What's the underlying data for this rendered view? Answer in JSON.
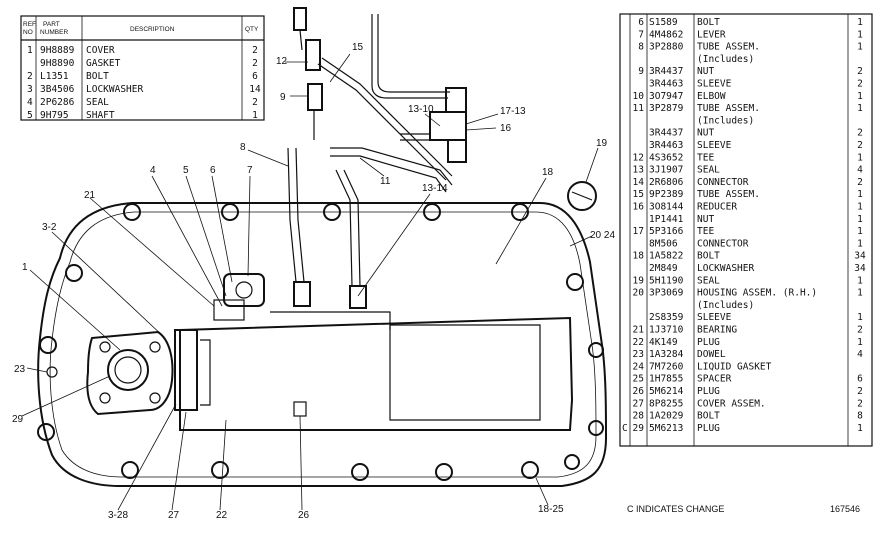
{
  "left_table": {
    "headers": {
      "ref": "REF. NO",
      "part": "PART NUMBER",
      "desc": "DESCRIPTION",
      "qty": "QTY"
    },
    "rows": [
      {
        "ref": "1",
        "part": "9H8889",
        "desc": "COVER",
        "qty": "2"
      },
      {
        "ref": "",
        "part": "9H8890",
        "desc": "GASKET",
        "qty": "2"
      },
      {
        "ref": "2",
        "part": "L1351",
        "desc": "BOLT",
        "qty": "6"
      },
      {
        "ref": "3",
        "part": "3B4506",
        "desc": "LOCKWASHER",
        "qty": "14"
      },
      {
        "ref": "4",
        "part": "2P6286",
        "desc": "SEAL",
        "qty": "2"
      },
      {
        "ref": "5",
        "part": "9H795",
        "desc": "SHAFT",
        "qty": "1"
      }
    ]
  },
  "right_table": {
    "rows": [
      {
        "mark": "",
        "ref": "6",
        "part": "S1589",
        "desc": "BOLT",
        "qty": "1"
      },
      {
        "mark": "",
        "ref": "7",
        "part": "4M4862",
        "desc": "LEVER",
        "qty": "1"
      },
      {
        "mark": "",
        "ref": "8",
        "part": "3P2880",
        "desc": "TUBE ASSEM.",
        "qty": "1"
      },
      {
        "mark": "",
        "ref": "",
        "part": "",
        "desc": "(Includes)",
        "qty": ""
      },
      {
        "mark": "",
        "ref": "9",
        "part": "3R4437",
        "desc": "NUT",
        "qty": "2"
      },
      {
        "mark": "",
        "ref": "",
        "part": "3R4463",
        "desc": "SLEEVE",
        "qty": "2"
      },
      {
        "mark": "",
        "ref": "10",
        "part": "3O7947",
        "desc": "ELBOW",
        "qty": "1"
      },
      {
        "mark": "",
        "ref": "11",
        "part": "3P2879",
        "desc": "TUBE ASSEM.",
        "qty": "1"
      },
      {
        "mark": "",
        "ref": "",
        "part": "",
        "desc": "(Includes)",
        "qty": ""
      },
      {
        "mark": "",
        "ref": "",
        "part": "3R4437",
        "desc": "NUT",
        "qty": "2"
      },
      {
        "mark": "",
        "ref": "",
        "part": "3R4463",
        "desc": "SLEEVE",
        "qty": "2"
      },
      {
        "mark": "",
        "ref": "12",
        "part": "4S3652",
        "desc": "TEE",
        "qty": "1"
      },
      {
        "mark": "",
        "ref": "13",
        "part": "3J1907",
        "desc": "SEAL",
        "qty": "4"
      },
      {
        "mark": "",
        "ref": "14",
        "part": "2R6806",
        "desc": "CONNECTOR",
        "qty": "2"
      },
      {
        "mark": "",
        "ref": "15",
        "part": "9P2389",
        "desc": "TUBE ASSEM.",
        "qty": "1"
      },
      {
        "mark": "",
        "ref": "16",
        "part": "3O8144",
        "desc": "REDUCER",
        "qty": "1"
      },
      {
        "mark": "",
        "ref": "",
        "part": "1P1441",
        "desc": "NUT",
        "qty": "1"
      },
      {
        "mark": "",
        "ref": "17",
        "part": "5P3166",
        "desc": "TEE",
        "qty": "1"
      },
      {
        "mark": "",
        "ref": "",
        "part": "8M506",
        "desc": "CONNECTOR",
        "qty": "1"
      },
      {
        "mark": "",
        "ref": "18",
        "part": "1A5822",
        "desc": "BOLT",
        "qty": "34"
      },
      {
        "mark": "",
        "ref": "",
        "part": "2M849",
        "desc": "LOCKWASHER",
        "qty": "34"
      },
      {
        "mark": "",
        "ref": "19",
        "part": "5H1190",
        "desc": "SEAL",
        "qty": "1"
      },
      {
        "mark": "",
        "ref": "20",
        "part": "3P3069",
        "desc": "HOUSING ASSEM. (R.H.)",
        "qty": "1"
      },
      {
        "mark": "",
        "ref": "",
        "part": "",
        "desc": "(Includes)",
        "qty": ""
      },
      {
        "mark": "",
        "ref": "",
        "part": "2S8359",
        "desc": "SLEEVE",
        "qty": "1"
      },
      {
        "mark": "",
        "ref": "21",
        "part": "1J3710",
        "desc": "BEARING",
        "qty": "2"
      },
      {
        "mark": "",
        "ref": "22",
        "part": "4K149",
        "desc": "PLUG",
        "qty": "1"
      },
      {
        "mark": "",
        "ref": "23",
        "part": "1A3284",
        "desc": "DOWEL",
        "qty": "4"
      },
      {
        "mark": "",
        "ref": "24",
        "part": "7M7260",
        "desc": "LIQUID GASKET",
        "qty": ""
      },
      {
        "mark": "",
        "ref": "25",
        "part": "1H7855",
        "desc": "SPACER",
        "qty": "6"
      },
      {
        "mark": "",
        "ref": "26",
        "part": "5M6214",
        "desc": "PLUG",
        "qty": "2"
      },
      {
        "mark": "",
        "ref": "27",
        "part": "8P8255",
        "desc": "COVER ASSEM.",
        "qty": "2"
      },
      {
        "mark": "",
        "ref": "28",
        "part": "1A2029",
        "desc": "BOLT",
        "qty": "8"
      },
      {
        "mark": "C",
        "ref": "29",
        "part": "5M6213",
        "desc": "PLUG",
        "qty": "1"
      }
    ],
    "footnote": "C INDICATES CHANGE",
    "drawing_number": "167546"
  },
  "callouts": [
    "15",
    "12",
    "9",
    "13-10",
    "17-13",
    "16",
    "8",
    "11",
    "19",
    "4",
    "5",
    "6",
    "7",
    "21",
    "3-2",
    "1",
    "18",
    "13-14",
    "20 24",
    "23",
    "29",
    "3-28",
    "27",
    "22",
    "26",
    "18-25"
  ]
}
